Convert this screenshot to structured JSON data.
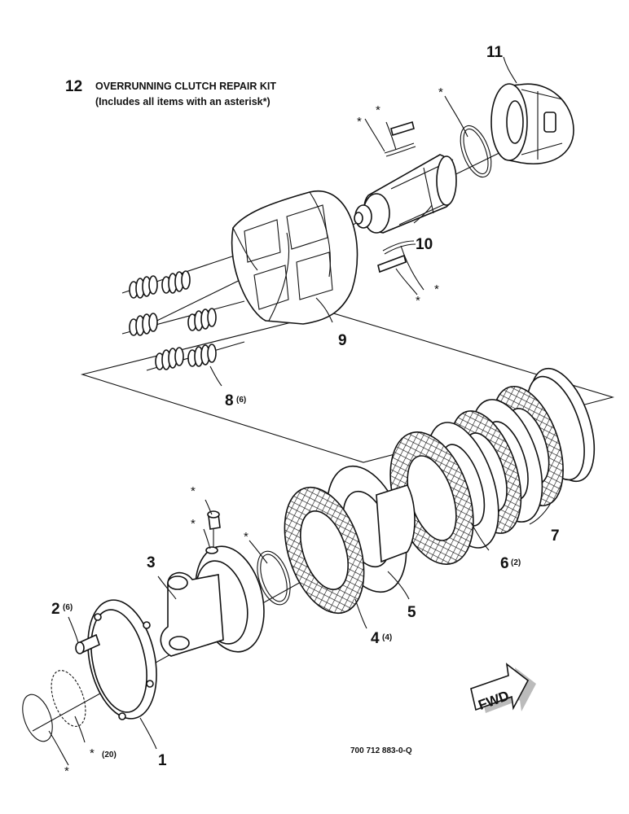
{
  "title": {
    "number": "12",
    "line1": "OVERRUNNING CLUTCH REPAIR KIT",
    "line2": "(Includes all items with an asterisk*)"
  },
  "callouts": {
    "p1": "1",
    "p2": "2",
    "p2_qty": "(6)",
    "p3": "3",
    "p4": "4",
    "p4_qty": "(4)",
    "p5": "5",
    "p6": "6",
    "p6_qty": "(2)",
    "p7": "7",
    "p8": "8",
    "p8_qty": "(6)",
    "p9": "9",
    "p10": "10",
    "p11": "11",
    "washer_qty": "(20)"
  },
  "asterisk": "*",
  "fwd_label": "FWD",
  "drawing_number": "700 712 883-0-Q"
}
